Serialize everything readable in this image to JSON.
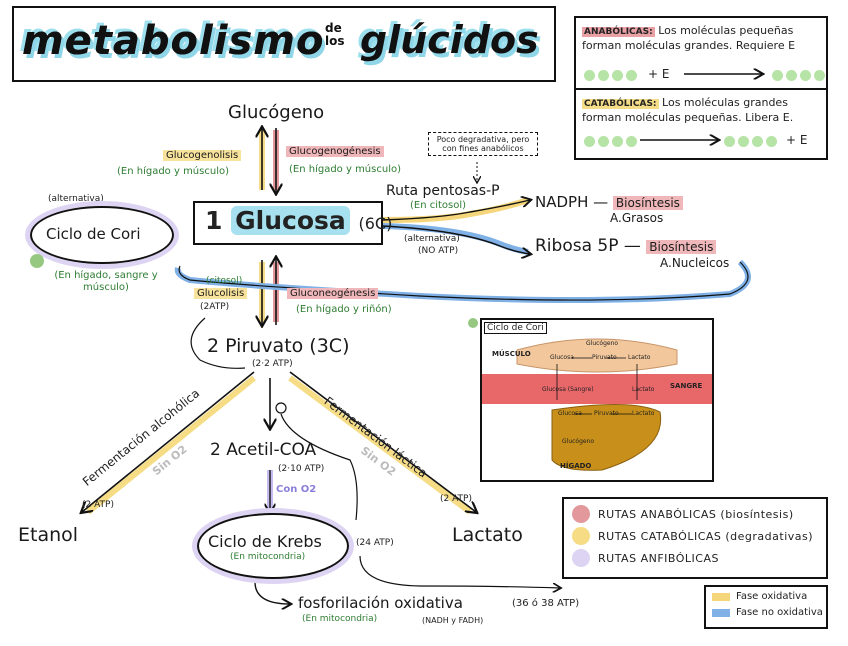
{
  "title": {
    "main": "metabolismo",
    "de": "de",
    "los": "los",
    "glucidos": "glúcidos"
  },
  "rules": {
    "anabolicas_tag": "ANABÓLICAS:",
    "anabolicas_text": "Los moléculas pequeñas forman moléculas grandes. Requiere E",
    "anabolicas_formula": "+ E",
    "catabolicas_tag": "CATABÓLICAS:",
    "catabolicas_text": "Los moléculas grandes forman moléculas pequeñas. Libera E.",
    "catabolicas_formula": "+ E"
  },
  "nodes": {
    "glucogeno": "Glucógeno",
    "glucogenolisis": "Glucogenolisis",
    "glucogenolisis_loc": "(En hígado y músculo)",
    "glucogenogenesis": "Glucogenogénesis",
    "glucogenogenesis_loc": "(En hígado y músculo)",
    "pentosas_note": "Poco degradativa, pero con fines anabólicos",
    "ruta_pentosas": "Ruta pentosas-P",
    "ruta_pentosas_loc": "(En citosol)",
    "alternativa_no_atp": "(alternativa)",
    "no_atp": "(NO ATP)",
    "nadph": "NADPH",
    "biosintesis_1": "Biosíntesis",
    "a_grasos": "A.Grasos",
    "ribosa": "Ribosa 5P",
    "biosintesis_2": "Biosíntesis",
    "a_nucleicos": "A.Nucleicos",
    "alternativa": "(alternativa)",
    "ciclo_cori": "Ciclo de Cori",
    "cori_loc": "(En hígado, sangre y músculo)",
    "glucosa_num": "1",
    "glucosa": "Glucosa",
    "glucosa_c": "(6C)",
    "citosol": "(citosol)",
    "glucolisis": "Glucolisis",
    "glucolisis_atp": "(2ATP)",
    "gluconeogenesis": "Gluconeogénesis",
    "gluconeogenesis_loc": "(En hígado y riñón)",
    "piruvato": "2 Piruvato (3C)",
    "piruvato_atp": "(2·2 ATP)",
    "ferm_alcoholica": "Fermentación alcohólica",
    "sin_o2_1": "Sin O2",
    "ferm_lactica": "Fermentación láctica",
    "sin_o2_2": "Sin O2",
    "acetil": "2 Acetil-COA",
    "acetil_atp": "(2·10 ATP)",
    "con_o2": "Con O2",
    "etanol": "Etanol",
    "etanol_atp": "(2 ATP)",
    "lactato": "Lactato",
    "lactato_atp": "(2 ATP)",
    "krebs": "Ciclo de Krebs",
    "krebs_loc": "(En mitocondria)",
    "krebs_atp": "(24 ATP)",
    "fosforilacion": "fosforilación oxidativa",
    "fosforilacion_atp": "(36 ó 38 ATP)",
    "fosforilacion_loc": "(En mitocondria)",
    "nadh": "(NADH y FADH)"
  },
  "cori_image": {
    "label": "Ciclo de Cori",
    "musculo": "MÚSCULO",
    "sangre": "SANGRE",
    "higado": "HÍGADO",
    "glucogeno_m": "Glucógeno",
    "glucosa_m": "Glucosa",
    "piruvato_m": "Piruvato",
    "lactato_m": "Lactato",
    "glucosa_s": "Glucosa (Sangre)",
    "lactato_s": "Lactato",
    "glucosa_h": "Glucosa",
    "piruvato_h": "Piruvato",
    "lactato_h": "Lactato",
    "glucogeno_h": "Glucógeno"
  },
  "legend": {
    "anabolicas": "RUTAS ANABÓLICAS (biosíntesis)",
    "catabolicas": "RUTAS CATABÓLICAS (degradativas)",
    "anfibolicas": "RUTAS ANFIBÓLICAS"
  },
  "fase": {
    "oxidativa": "Fase oxidativa",
    "no_oxidativa": "Fase no oxidativa"
  },
  "colors": {
    "anabolic": "#e3999c",
    "catabolic": "#f5dc85",
    "amphibolic": "#ddd4f3",
    "oxidative": "#f5d67a",
    "non_oxidative": "#7fb0e6",
    "title_highlight": "#8fd7e8"
  }
}
